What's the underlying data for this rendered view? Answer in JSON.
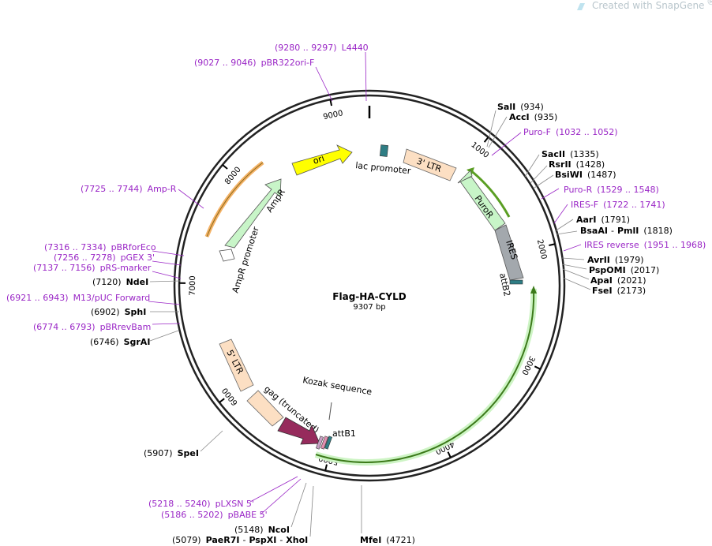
{
  "watermark": {
    "text": "Created with SnapGene",
    "mark": "®"
  },
  "plasmid": {
    "name": "Flag-HA-CYLD",
    "size_label": "9307 bp"
  },
  "ticks": [
    "1000",
    "2000",
    "3000",
    "4000",
    "5000",
    "6000",
    "7000",
    "8000",
    "9000"
  ],
  "features": {
    "ori": "ori",
    "lac_promoter": "lac promoter",
    "ltr3": "3' LTR",
    "puror": "PuroR",
    "ires": "IRES",
    "attb2": "attB2",
    "ampr": "AmpR",
    "ampr_promoter": "AmpR promoter",
    "ltr5": "5' LTR",
    "gag": "gag (truncated)",
    "kozak": "Kozak sequence",
    "attb1": "attB1"
  },
  "labels": {
    "l4440_pos": "(9280 .. 9297)",
    "l4440": "L4440",
    "pbr322_pos": "(9027 .. 9046)",
    "pbr322": "pBR322ori-F",
    "ampr_primer_pos": "(7725 .. 7744)",
    "ampr_primer": "Amp-R",
    "pbrforeco_pos": "(7316 .. 7334)",
    "pbrforeco": "pBRforEco",
    "pgex_pos": "(7256 .. 7278)",
    "pgex": "pGEX 3'",
    "prs_pos": "(7137 .. 7156)",
    "prs": "pRS-marker",
    "ndei_pos": "(7120)",
    "ndei": "NdeI",
    "m13_pos": "(6921 .. 6943)",
    "m13": "M13/pUC Forward",
    "sphi_pos": "(6902)",
    "sphi": "SphI",
    "pbrrev_pos": "(6774 .. 6793)",
    "pbrrev": "pBRrevBam",
    "sgrai_pos": "(6746)",
    "sgrai": "SgrAI",
    "spei_pos": "(5907)",
    "spei": "SpeI",
    "plxsn_pos": "(5218 .. 5240)",
    "plxsn": "pLXSN 5'",
    "pbabe_pos": "(5186 .. 5202)",
    "pbabe": "pBABE 5'",
    "ncoi_pos": "(5148)",
    "ncoi": "NcoI",
    "paer_pos": "(5079)",
    "paer": "PaeR7I",
    "pspxi": "PspXI",
    "xhoi": "XhoI",
    "dash": "-",
    "mfei": "MfeI",
    "mfei_pos": "(4721)",
    "sali": "SalI",
    "sali_pos": "(934)",
    "acci": "AccI",
    "acci_pos": "(935)",
    "purof": "Puro-F",
    "purof_pos": "(1032 .. 1052)",
    "sacii": "SacII",
    "sacii_pos": "(1335)",
    "rsrii": "RsrII",
    "rsrii_pos": "(1428)",
    "bsiwi": "BsiWI",
    "bsiwi_pos": "(1487)",
    "puror_p": "Puro-R",
    "puror_p_pos": "(1529 .. 1548)",
    "iresf": "IRES-F",
    "iresf_pos": "(1722 .. 1741)",
    "aari": "AarI",
    "aari_pos": "(1791)",
    "bsaai": "BsaAI",
    "pmli": "PmlI",
    "bsaai_pos": "(1818)",
    "iresrev": "IRES reverse",
    "iresrev_pos": "(1951 .. 1968)",
    "avrii": "AvrII",
    "avrii_pos": "(1979)",
    "pspomi": "PspOMI",
    "pspomi_pos": "(2017)",
    "apai": "ApaI",
    "apai_pos": "(2021)",
    "fsei": "FseI",
    "fsei_pos": "(2173)"
  }
}
